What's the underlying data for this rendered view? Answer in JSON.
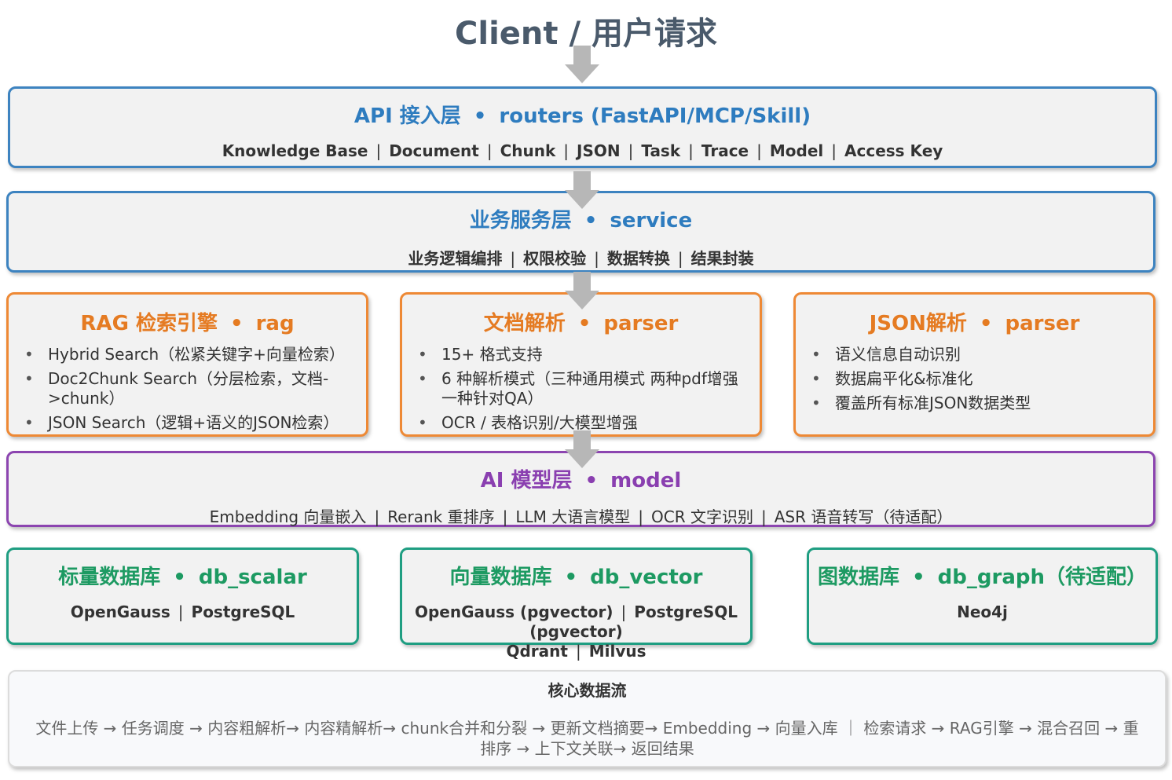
{
  "title": "Client / 用户请求",
  "api_layer": {
    "name": "API 接入层",
    "module": "routers (FastAPI/MCP/Skill)",
    "items": [
      "Knowledge Base",
      "Document",
      "Chunk",
      "JSON",
      "Task",
      "Trace",
      "Model",
      "Access Key"
    ]
  },
  "service_layer": {
    "name": "业务服务层",
    "module": "service",
    "items": [
      "业务逻辑编排",
      "权限校验",
      "数据转换",
      "结果封装"
    ]
  },
  "rag_engine": {
    "name": "RAG 检索引擎",
    "module": "rag",
    "bullets": [
      "Hybrid Search（松紧关键字+向量检索）",
      "Doc2Chunk Search（分层检索，文档->chunk）",
      "JSON Search（逻辑+语义的JSON检索）"
    ]
  },
  "doc_parser": {
    "name": "文档解析",
    "module": "parser",
    "bullets": [
      "15+ 格式支持",
      "6 种解析模式（三种通用模式 两种pdf增强 一种针对QA）",
      "OCR / 表格识别/大模型增强"
    ]
  },
  "json_parser": {
    "name": "JSON解析",
    "module": "parser",
    "bullets": [
      "语义信息自动识别",
      "数据扁平化&标准化",
      "覆盖所有标准JSON数据类型"
    ]
  },
  "model_layer": {
    "name": "AI 模型层",
    "module": "model",
    "items": [
      "Embedding 向量嵌入",
      "Rerank 重排序",
      "LLM 大语言模型",
      "OCR 文字识别",
      "ASR 语音转写（待适配）"
    ]
  },
  "db_scalar": {
    "name": "标量数据库",
    "module": "db_scalar",
    "items": [
      "OpenGauss",
      "PostgreSQL"
    ]
  },
  "db_vector": {
    "name": "向量数据库",
    "module": "db_vector",
    "items": [
      "OpenGauss (pgvector)",
      "PostgreSQL (pgvector)",
      "Qdrant",
      "Milvus"
    ]
  },
  "db_graph": {
    "name": "图数据库",
    "module": "db_graph（待适配）",
    "items": [
      "Neo4j"
    ]
  },
  "data_flow": {
    "title": "核心数据流",
    "text": "文件上传 → 任务调度 → 内容粗解析→ 内容精解析→ chunk合并和分裂 → 更新文档摘要→ Embedding → 向量入库 ｜ 检索请求 → RAG引擎 → 混合召回 → 重排序 → 上下文关联→ 返回结果"
  },
  "colors": {
    "blue": "#3d83c0",
    "orange": "#ee8935",
    "purple": "#8c45b0",
    "green": "#1f9e82",
    "arrow": "#b7b7b7"
  }
}
